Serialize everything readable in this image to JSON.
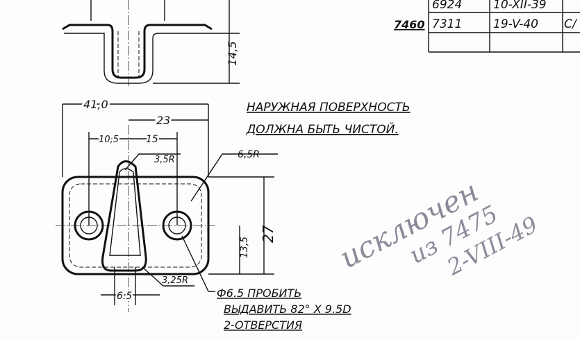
{
  "revision_table": {
    "rows": [
      {
        "ref": "",
        "number": "6924",
        "date": "10-XII-39",
        "note": ""
      },
      {
        "ref": "7460",
        "number": "7311",
        "date": "19-V-40",
        "note": "C/"
      }
    ]
  },
  "dimensions": {
    "height_top": "14,5",
    "overall_width": "41,0",
    "offset_23": "23",
    "offset_10_5": "10,5",
    "offset_15": "15",
    "radius_3_5": "3,5R",
    "radius_6_5": "6,5R",
    "height_27": "27",
    "height_13_5": "13,5",
    "width_6_5": "6.5",
    "radius_3_25": "3,25R"
  },
  "notes": {
    "surface_line1": "НАРУЖНАЯ ПОВЕРХНОСТЬ",
    "surface_line2": "ДОЛЖНА БЫТЬ ЧИСТОЙ.",
    "hole_line1": "Ф6.5 ПРОБИТЬ",
    "hole_line2": "ВЫДАВИТЬ 82° X 9.5D",
    "hole_line3": "2-ОТВЕРСТИЯ"
  },
  "handwritten": {
    "line1": "исключен",
    "line2": "из 7475",
    "line3": "2-VIII-49"
  }
}
